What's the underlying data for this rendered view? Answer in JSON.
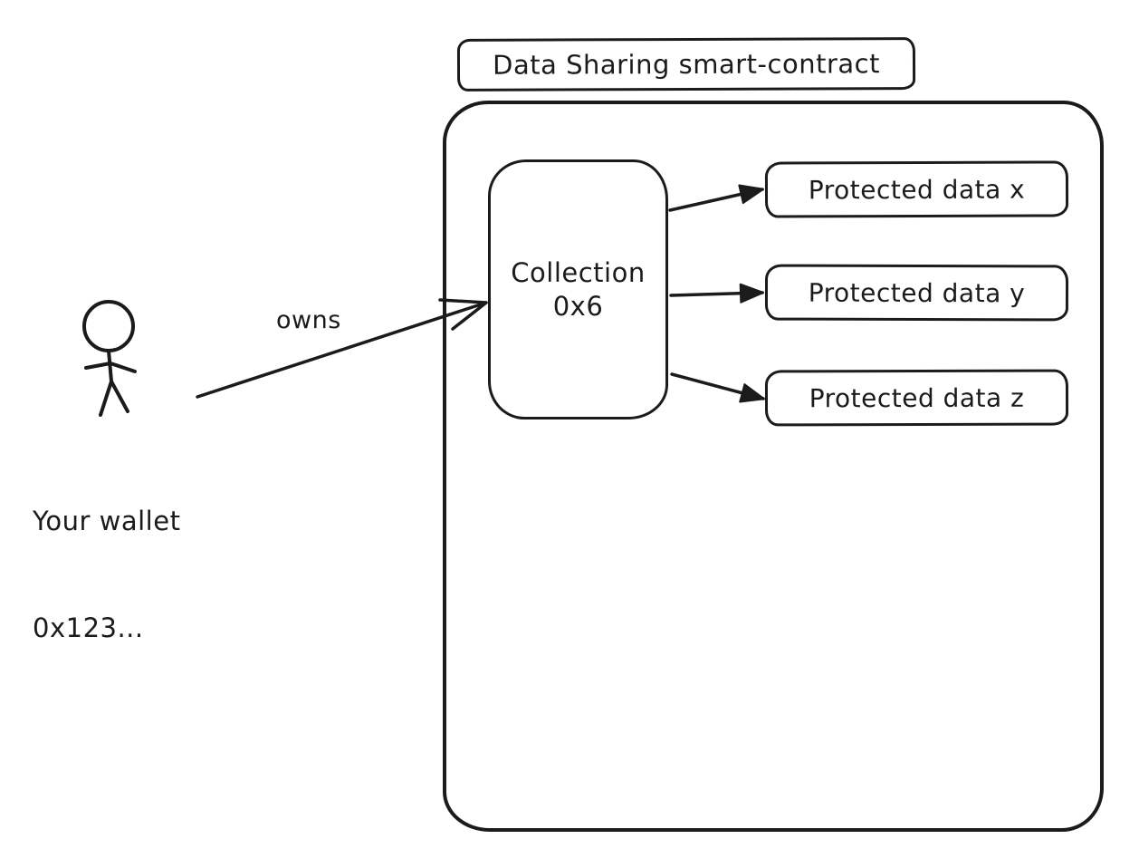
{
  "diagram": {
    "title": "Data Sharing smart-contract",
    "actor": {
      "label_line1": "Your wallet",
      "label_line2": "0x123..."
    },
    "owns_arrow_label": "owns",
    "collection": {
      "label_line1": "Collection",
      "label_line2": "0x6"
    },
    "protected_data": [
      {
        "label": "Protected data x"
      },
      {
        "label": "Protected data y"
      },
      {
        "label": "Protected data z"
      }
    ],
    "colors": {
      "stroke": "#1b1b1b",
      "background": "#ffffff"
    }
  }
}
